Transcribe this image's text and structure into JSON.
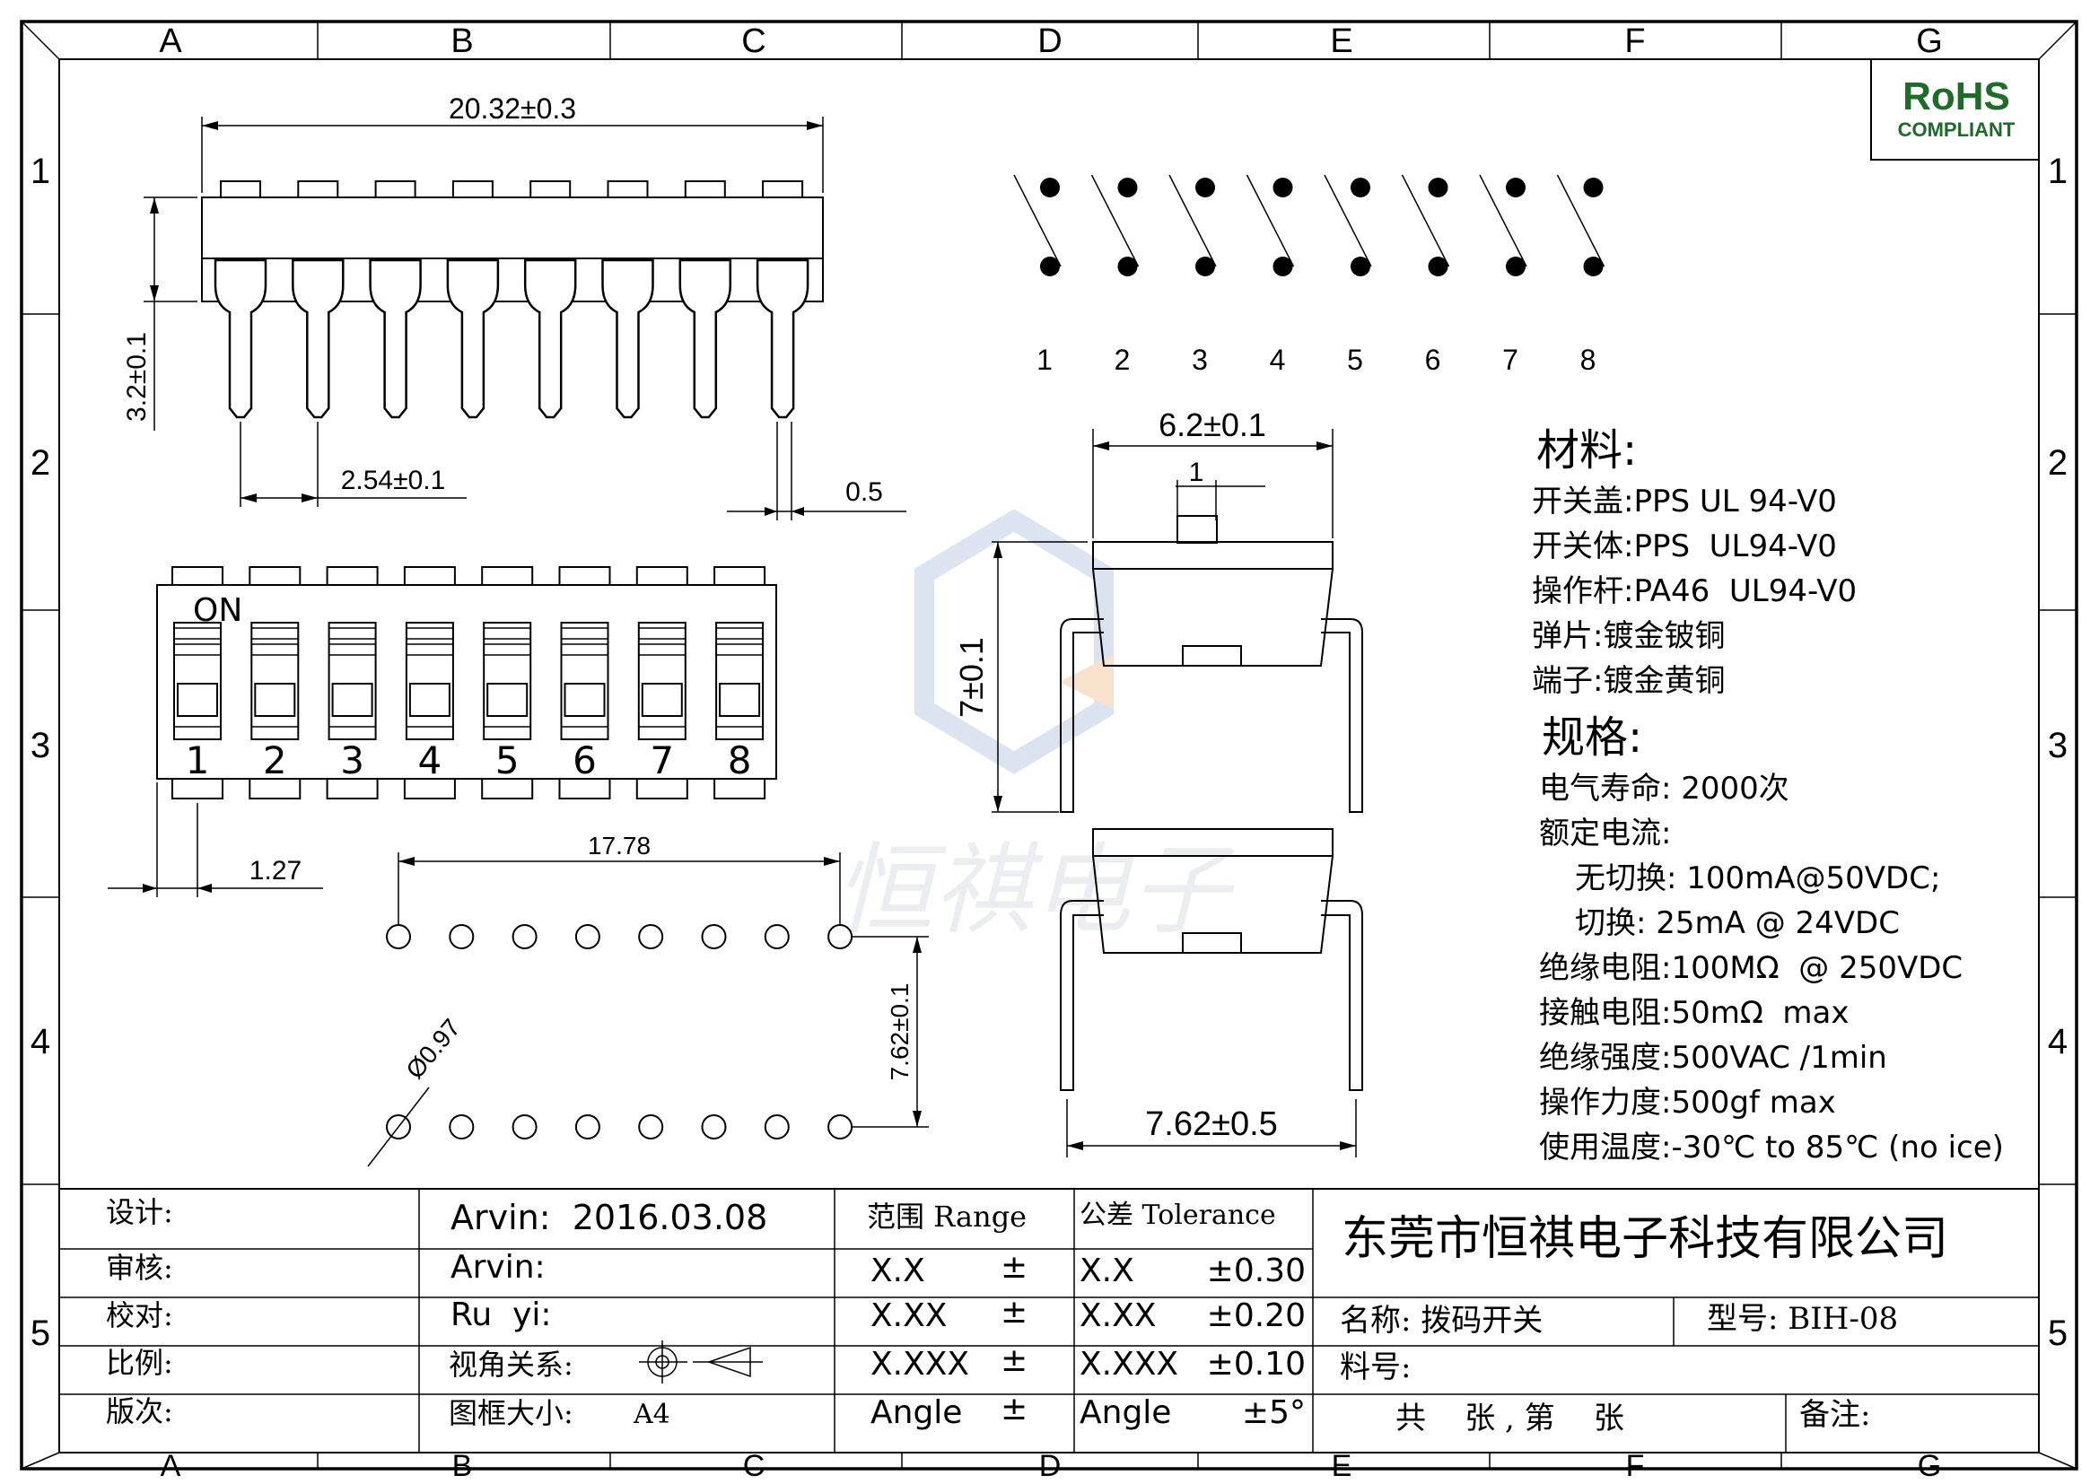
{
  "frame": {
    "col_labels": [
      "A",
      "B",
      "C",
      "D",
      "E",
      "F",
      "G"
    ],
    "row_labels": [
      "1",
      "2",
      "3",
      "4",
      "5"
    ]
  },
  "rohs": {
    "title": "RoHS",
    "subtitle": "COMPLIANT",
    "color": "#1e6b2a"
  },
  "watermark": {
    "text": "恒祺电子",
    "color": "#c8cdd6"
  },
  "side_view": {
    "width_dim": "20.32±0.3",
    "height_dim": "3.2±0.1",
    "pitch_dim": "2.54±0.1",
    "pin_dim": "0.5",
    "pin_count": 8
  },
  "top_view": {
    "on_label": "ON",
    "switch_numbers": [
      "1",
      "2",
      "3",
      "4",
      "5",
      "6",
      "7",
      "8"
    ],
    "edge_dim": "1.27"
  },
  "schematic": {
    "pin_numbers": [
      "1",
      "2",
      "3",
      "4",
      "5",
      "6",
      "7",
      "8"
    ]
  },
  "footprint": {
    "span_dim": "17.78",
    "row_dim": "7.62±0.1",
    "hole_dim": "Ø0.97"
  },
  "front_view": {
    "width_dim": "6.2±0.1",
    "actuator_dim": "1",
    "height_dim": "7±0.1",
    "pin_span_dim": "7.62±0.5"
  },
  "specs": {
    "materials_title": "材料:",
    "materials": [
      "开关盖:PPS UL 94-V0",
      "开关体:PPS  UL94-V0",
      "操作杆:PA46  UL94-V0",
      "弹片:镀金铍铜",
      "端子:镀金黄铜"
    ],
    "spec_title": "规格:",
    "spec_lines": [
      "电气寿命: 2000次",
      "额定电流:",
      "无切换: 100mA@50VDC;",
      "切换: 25mA @ 24VDC",
      "绝缘电阻:100MΩ  @ 250VDC",
      "接触电阻:50mΩ  max",
      "绝缘强度:500VAC /1min",
      "操作力度:500gf max",
      "使用温度:-30℃ to 85℃ (no ice)"
    ]
  },
  "title_block": {
    "left_labels": [
      "设计:",
      "审核:",
      "校对:",
      "比例:",
      "版次:"
    ],
    "design_value": "Arvin:  2016.03.08",
    "review_value": "Arvin:",
    "check_value": "Ru  yi:",
    "projection_label": "视角关系:",
    "frame_size_label": "图框大小:",
    "frame_size_value": "A4",
    "range_header": "范围 Range",
    "tolerance_header": "公差 Tolerance",
    "range_rows": [
      "X.X",
      "X.XX",
      "X.XXX",
      "Angle"
    ],
    "plusminus": "±",
    "tolerance_rows": [
      {
        "fmt": "X.X",
        "val": "±0.30"
      },
      {
        "fmt": "X.XX",
        "val": "±0.20"
      },
      {
        "fmt": "X.XXX",
        "val": "±0.10"
      },
      {
        "fmt": "Angle",
        "val": "±5°"
      }
    ],
    "company": "东莞市恒祺电子科技有限公司",
    "name_label": "名称: 拨码开关",
    "model_label": "型号: BIH-08",
    "material_no_label": "料号:",
    "sheets_label": "共    张 , 第    张",
    "remark_label": "备注:"
  }
}
